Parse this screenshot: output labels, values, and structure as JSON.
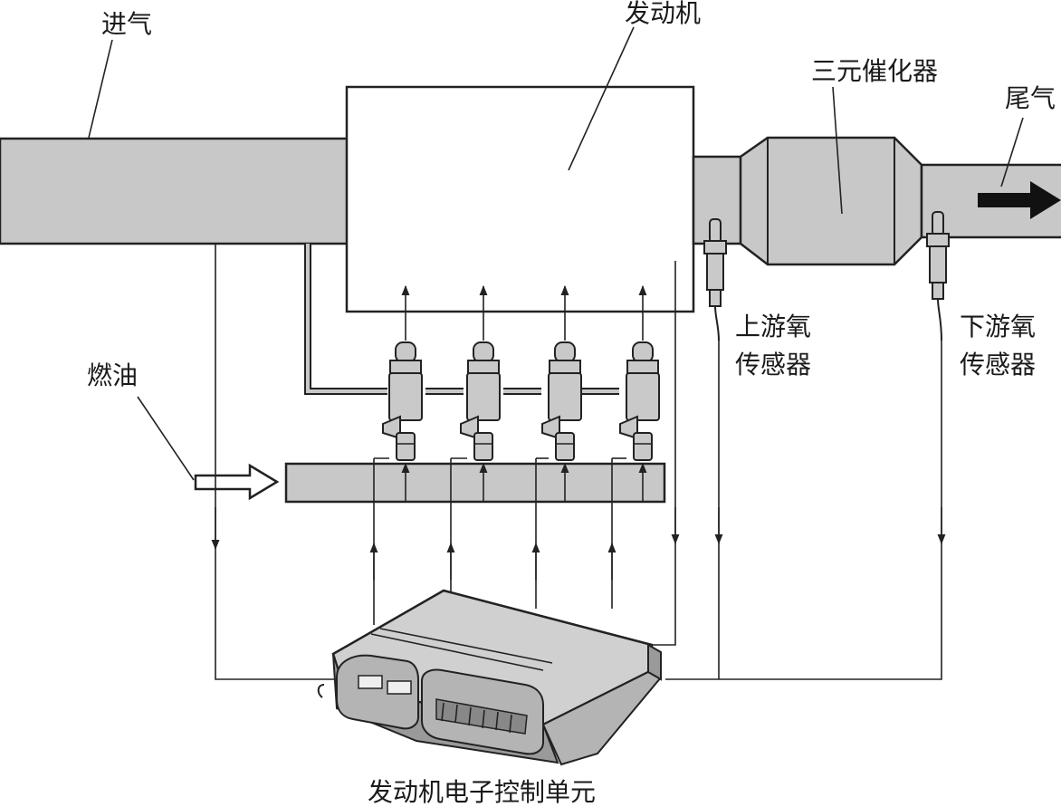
{
  "labels": {
    "intake": "进气",
    "engine": "发动机",
    "catalyst": "三元催化器",
    "exhaust": "尾气",
    "fuel": "燃油",
    "upstream_o2_line1": "上游氧",
    "upstream_o2_line2": "传感器",
    "downstream_o2_line1": "下游氧",
    "downstream_o2_line2": "传感器",
    "ecu": "发动机电子控制单元"
  },
  "colors": {
    "component_gray": "#c8c8c8",
    "line": "#222222",
    "background": "#ffffff"
  }
}
